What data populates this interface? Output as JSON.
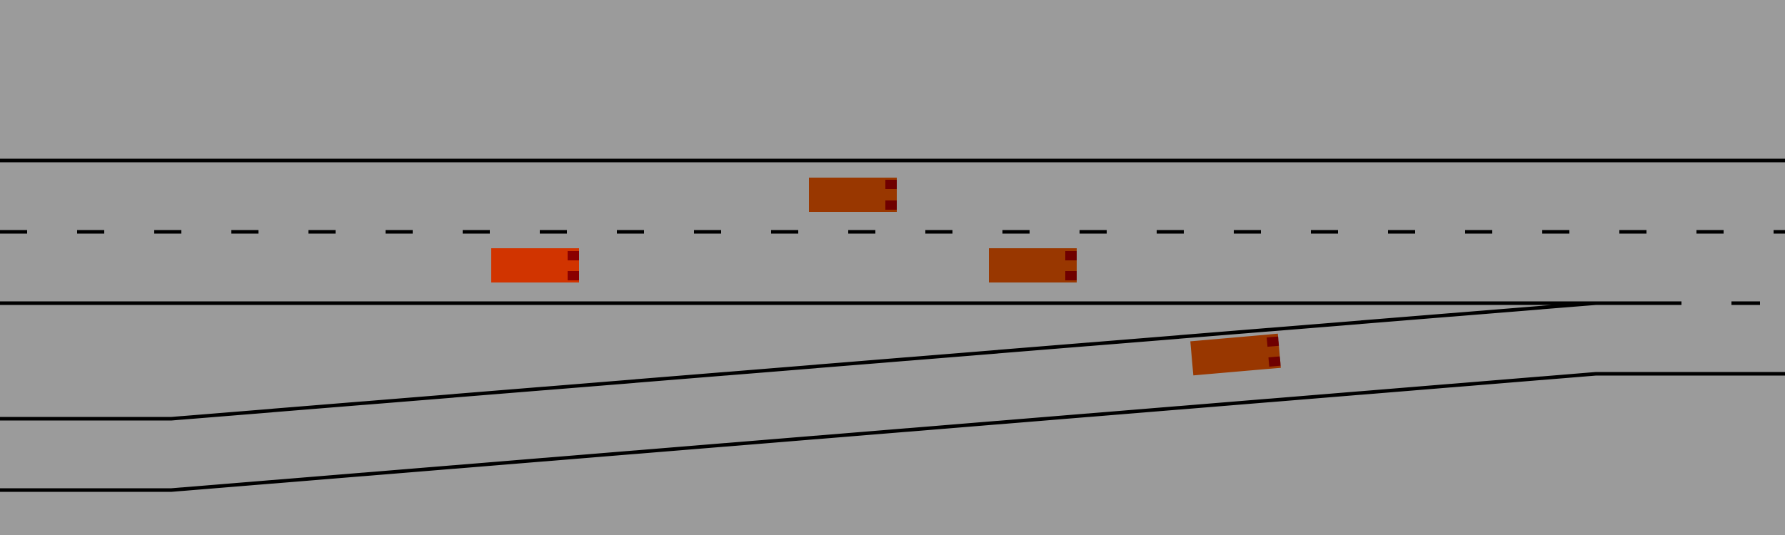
{
  "scene": {
    "background_color": "#9b9b9b",
    "line_color": "#000000"
  },
  "vehicles": [
    {
      "id": "ego-car",
      "body_color": "#d13400",
      "light_color": "#8a0000",
      "heading": "right"
    },
    {
      "id": "car-upper-lane",
      "body_color": "#993700",
      "light_color": "#6f0000",
      "heading": "right"
    },
    {
      "id": "car-middle-lane",
      "body_color": "#993700",
      "light_color": "#6f0000",
      "heading": "right"
    },
    {
      "id": "car-on-ramp",
      "body_color": "#993700",
      "light_color": "#6f0000",
      "heading": "right-up"
    }
  ]
}
